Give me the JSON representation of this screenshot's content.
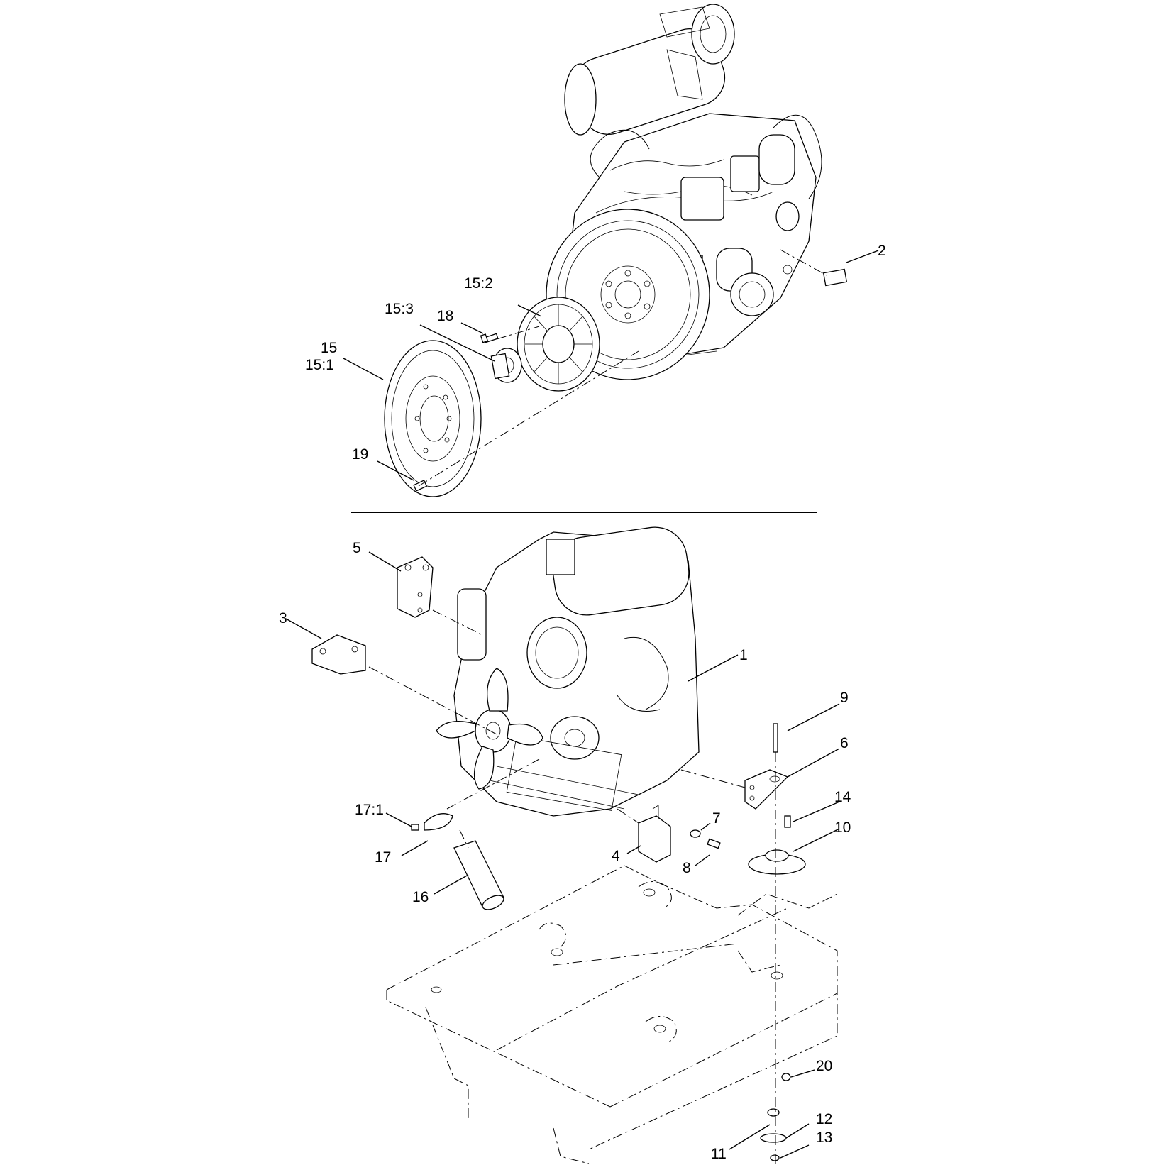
{
  "diagram": {
    "upper_callouts": {
      "c2": "2",
      "c15_2": "15:2",
      "c15_3": "15:3",
      "c18": "18",
      "c15": "15",
      "c15_1": "15:1",
      "c19": "19"
    },
    "lower_callouts": {
      "c5": "5",
      "c3": "3",
      "c1": "1",
      "c9": "9",
      "c6": "6",
      "c14": "14",
      "c10": "10",
      "c17_1": "17:1",
      "c7": "7",
      "c4": "4",
      "c8": "8",
      "c17": "17",
      "c16": "16",
      "c20": "20",
      "c11": "11",
      "c12": "12",
      "c13": "13"
    },
    "colors": {
      "line": "#000000",
      "background": "#ffffff"
    }
  }
}
